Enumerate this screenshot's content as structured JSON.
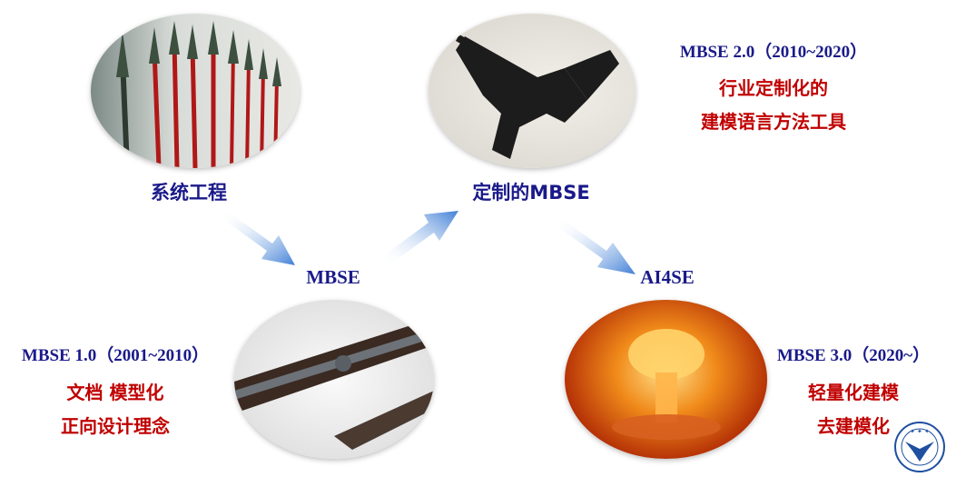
{
  "colors": {
    "blue": "#1a1a8a",
    "red": "#c00000",
    "arrow": "#4a86d8"
  },
  "nodes": {
    "systems_engineering": "系统工程",
    "mbse": "MBSE",
    "custom_mbse": "定制的MBSE",
    "ai4se": "AI4SE"
  },
  "mbse1": {
    "title": "MBSE 1.0（2001~2010）",
    "line1": "文档 模型化",
    "line2": "正向设计理念"
  },
  "mbse2": {
    "title": "MBSE 2.0（2010~2020）",
    "line1": "行业定制化的",
    "line2": "建模语言方法工具"
  },
  "mbse3": {
    "title": "MBSE 3.0（2020~）",
    "line1": "轻量化建模",
    "line2": "去建模化"
  },
  "images": [
    "spears-icon",
    "modern-rifle-icon",
    "old-rifle-icon",
    "mushroom-cloud-icon"
  ],
  "logo": {
    "name": "zhejiang-university-logo",
    "text": "ZHEJIANG UNIVERSITY",
    "year": "1897"
  }
}
